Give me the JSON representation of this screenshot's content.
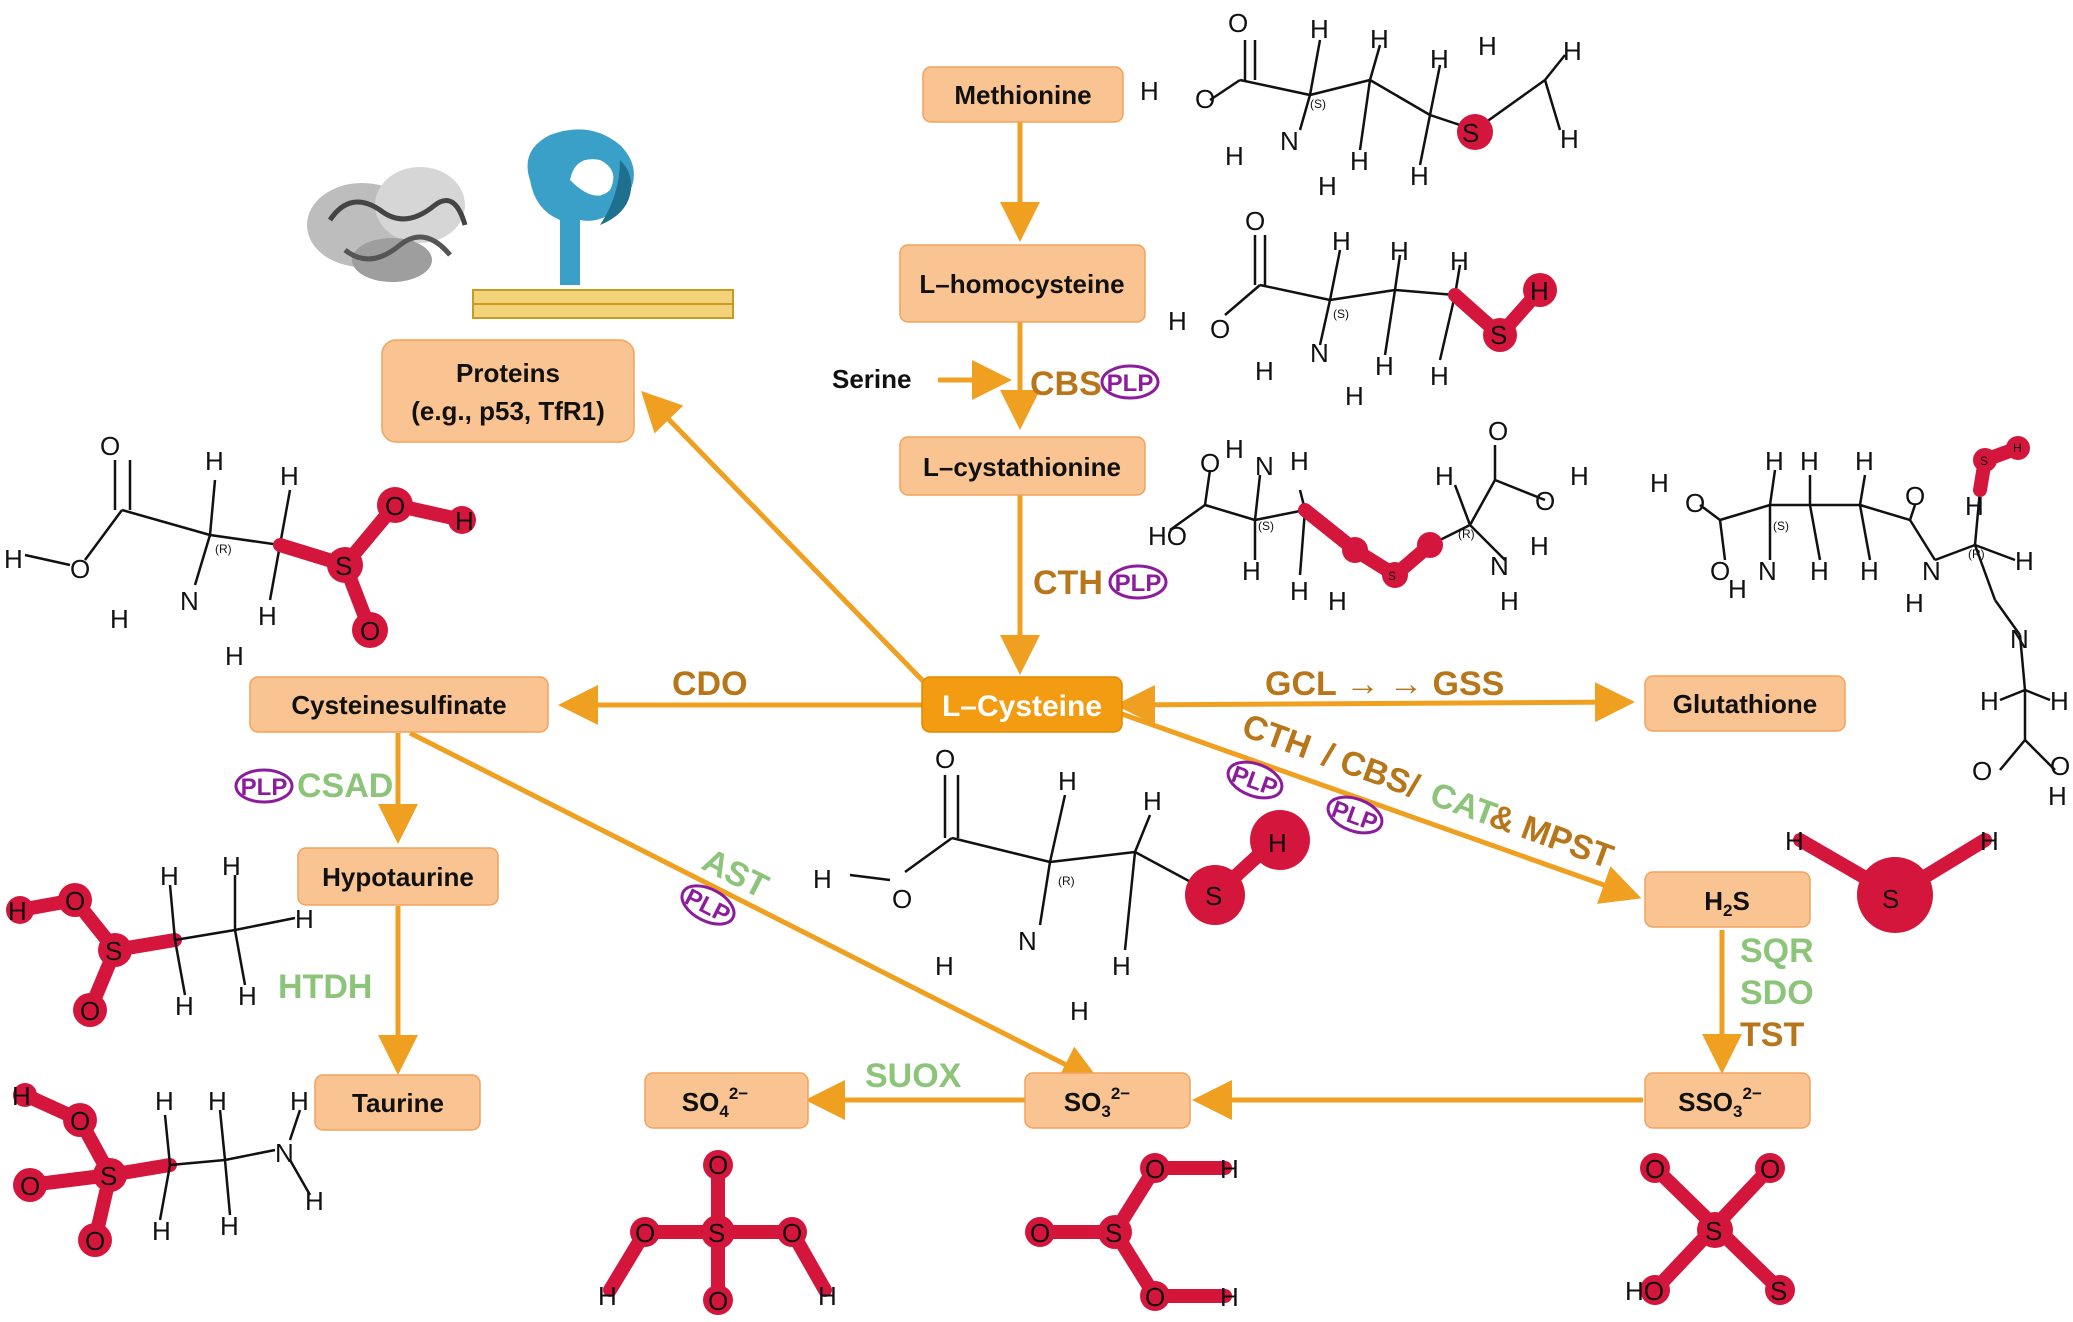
{
  "nodes": {
    "methionine": "Methionine",
    "homocysteine": "L–homocysteine",
    "cystathionine": "L–cystathionine",
    "cysteine": "L–Cysteine",
    "proteins_1": "Proteins",
    "proteins_2": "(e.g., p53, TfR1)",
    "cysteinesulfinate": "Cysteinesulfinate",
    "hypotaurine": "Hypotaurine",
    "taurine": "Taurine",
    "glutathione": "Glutathione",
    "h2s": "H",
    "h2s_sub": "2",
    "h2s_tail": "S",
    "so4": "SO",
    "so4_sub": "4",
    "so4_sup": "2−",
    "so3": "SO",
    "so3_sub": "3",
    "so3_sup": "2−",
    "sso3": "SSO",
    "sso3_sub": "3",
    "sso3_sup": "2−"
  },
  "labels": {
    "serine": "Serine",
    "cbs": "CBS",
    "cth": "CTH",
    "cdo": "CDO",
    "gcl_gss": "GCL → → GSS",
    "csad": "CSAD",
    "htdh": "HTDH",
    "ast": "AST",
    "suox": "SUOX",
    "cth2": "CTH",
    "slash1": "/ CBS/",
    "cat": "CAT",
    "mpst": "& MPST",
    "sqr": "SQR",
    "sdo": "SDO",
    "tst": "TST",
    "plp": "PLP"
  },
  "atoms": {
    "O": "O",
    "H": "H",
    "N": "N",
    "S": "S",
    "HO": "HO",
    "R": "(R)",
    "Sst": "(S)"
  },
  "colors": {
    "node_fill": "#f9c491",
    "center_fill": "#f39c12",
    "arrow": "#f0a020",
    "enzyme_brown": "#b8761a",
    "enzyme_green": "#8cc47a",
    "plp": "#8b1d9c",
    "sulfur_highlight": "#d4163c"
  }
}
